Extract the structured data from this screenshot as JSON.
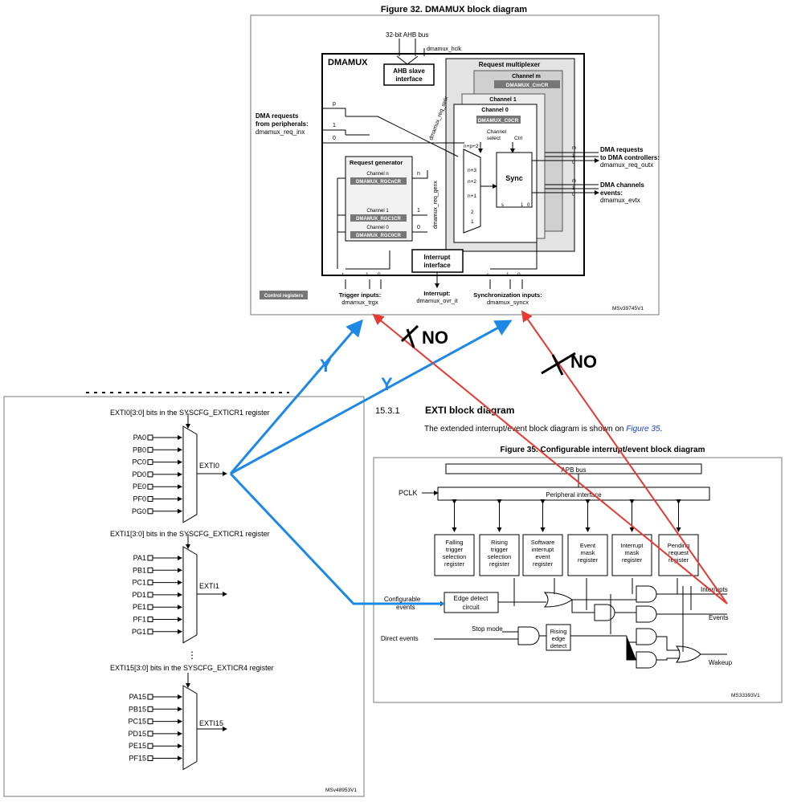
{
  "dmamux": {
    "figure_title": "Figure 32. DMAMUX block diagram",
    "ahb_bus": "32-bit AHB bus",
    "hclk": "dmamux_hclk",
    "block_title": "DMAMUX",
    "ahb_slave_1": "AHB slave",
    "ahb_slave_2": "interface",
    "req_mux": "Request multiplexer",
    "channel_m": "Channel m",
    "channel_m_reg": "DMAMUX_CmCR",
    "channel_1": "Channel 1",
    "channel_0": "Channel 0",
    "channel_0_reg": "DMAMUX_C0CR",
    "channel_select_1": "Channel",
    "channel_select_2": "select",
    "ctrl": "Ctrl",
    "sync": "Sync",
    "dma_req_1": "DMA requests",
    "dma_req_2": "from peripherals:",
    "dma_req_3": "dmamux_req_inx",
    "in_p": "p",
    "in_1": "1",
    "in_0": "0",
    "req_gen": "Request generator",
    "gen_ch_n": "Channel n",
    "gen_reg_n": "DMAMUX_RGCnCR",
    "gen_ch_1": "Channel 1",
    "gen_reg_1": "DMAMUX_RGC1CR",
    "gen_ch_0": "Channel 0",
    "gen_reg_0": "DMAMUX_RGC0CR",
    "gen_n": "n",
    "gen_1": "1",
    "gen_0": "0",
    "req_genx": "dmamux_req_genx",
    "req_sel": "dmamux_req_selx",
    "mux_np2": "n+p+2",
    "mux_n3": "n+3",
    "mux_n2": "n+2",
    "mux_n1": "n+1",
    "mux_2": "2",
    "mux_1": "1",
    "sync_s": "s",
    "sync_1": "1",
    "sync_0": "0",
    "out_m": "m",
    "out_1": "1",
    "out_0": "0",
    "out_req_1": "DMA requests",
    "out_req_2": "to DMA controllers:",
    "out_req_3": "dmamux_req_outx",
    "ev_m": "m",
    "ev_1": "1",
    "ev_0": "0",
    "ev_1_label": "DMA channels",
    "ev_2_label": "events:",
    "ev_3_label": "dmamux_evtx",
    "int_1": "Interrupt",
    "int_2": "interface",
    "trig_t": "t",
    "trig_1": "1",
    "trig_0": "0",
    "trig_label_1": "Trigger inputs:",
    "trig_label_2": "dmamux_trgx",
    "int_out_1": "Interrupt:",
    "int_out_2": "dmamux_ovr_it",
    "syn_s": "s",
    "syn_1": "1",
    "syn_0": "0",
    "syn_label_1": "Synchronization inputs:",
    "syn_label_2": "dmamux_syncx",
    "ctrl_regs": "Control registers",
    "ref": "MSv39745V1"
  },
  "exti_mux": {
    "header1": "EXTI0[3:0] bits in the SYSCFG_EXTICR1 register",
    "pins1": [
      "PA0",
      "PB0",
      "PC0",
      "PD0",
      "PE0",
      "PF0",
      "PG0"
    ],
    "out1": "EXTI0",
    "header2": "EXTI1[3:0] bits in the SYSCFG_EXTICR1 register",
    "pins2": [
      "PA1",
      "PB1",
      "PC1",
      "PD1",
      "PE1",
      "PF1",
      "PG1"
    ],
    "out2": "EXTI1",
    "dots": "⋮",
    "header3": "EXTI15[3:0] bits in the SYSCFG_EXTICR4 register",
    "pins3": [
      "PA15",
      "PB15",
      "PC15",
      "PD15",
      "PE15",
      "PF15"
    ],
    "out3": "EXTI15",
    "ref": "MSv48953V1"
  },
  "exti_block": {
    "section_num": "15.3.1",
    "section_title": "EXTI block diagram",
    "body_pre": "The extended interrupt/event block diagram is shown on ",
    "body_link": "Figure 35",
    "body_post": ".",
    "figure_title": "Figure 35. Configurable interrupt/event block diagram",
    "apb": "APB bus",
    "pclk": "PCLK",
    "periph": "Peripheral interface",
    "reg_falling": [
      "Falling",
      "trigger",
      "selection",
      "register"
    ],
    "reg_rising": [
      "Rising",
      "trigger",
      "selection",
      "register"
    ],
    "reg_sw": [
      "Software",
      "interrupt",
      "event",
      "register"
    ],
    "reg_evmask": [
      "Event",
      "mask",
      "register"
    ],
    "reg_intmask": [
      "Interrupt",
      "mask",
      "register"
    ],
    "reg_pending": [
      "Pending",
      "request",
      "register"
    ],
    "edge_1": "Edge detect",
    "edge_2": "circuit",
    "config_1": "Configurable",
    "config_2": "events",
    "stop": "Stop mode",
    "direct": "Direct events",
    "rising_1": "Rising",
    "rising_2": "edge",
    "rising_3": "detect",
    "out_int": "Interrupts",
    "out_ev": "Events",
    "out_wake": "Wakeup",
    "ref": "MS33393V1"
  },
  "annotations": {
    "y1": "Y",
    "y2": "Y",
    "no1": "NO",
    "no2": "NO",
    "blue": "#1e88e5",
    "red": "#e53935"
  }
}
